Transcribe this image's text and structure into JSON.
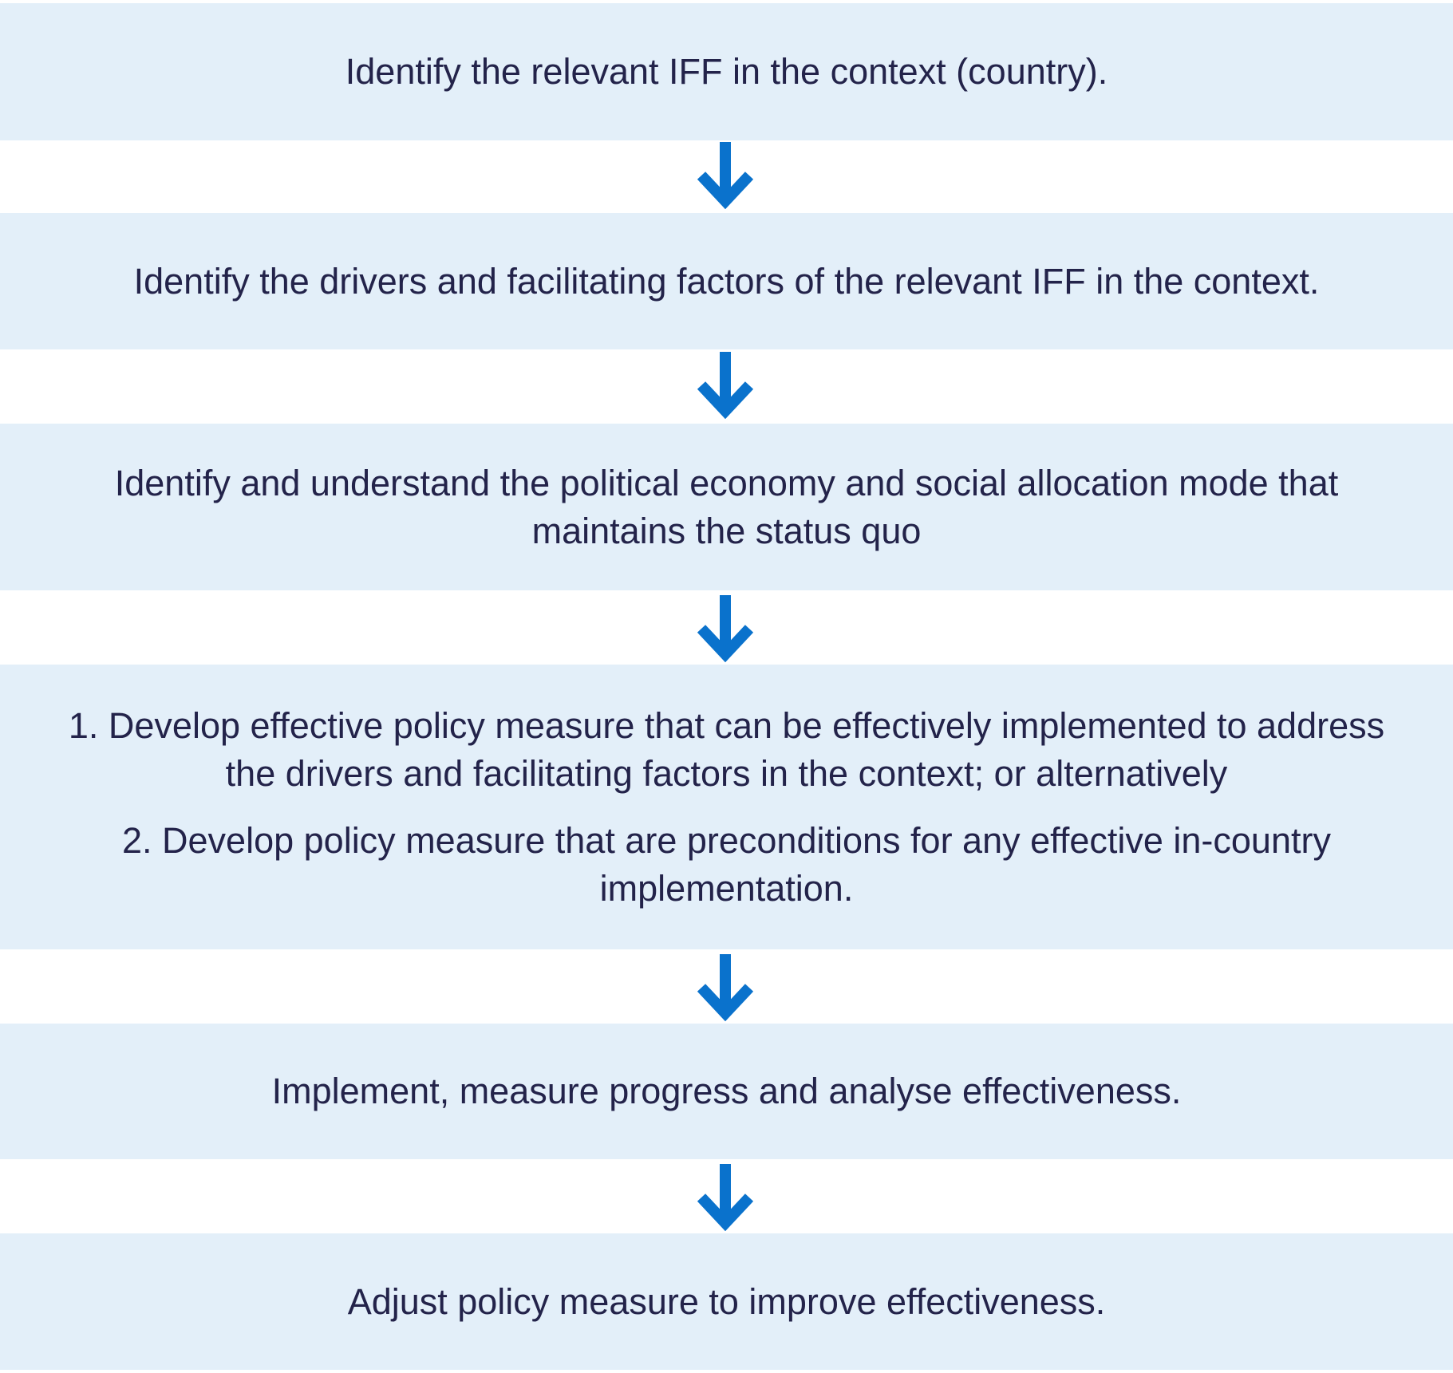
{
  "colors": {
    "box_fill": "#e3eff9",
    "arrow": "#0a72cc",
    "text": "#23234a",
    "background": "#ffffff"
  },
  "arrow_icon": "arrow-down-icon",
  "steps": [
    {
      "lines": [
        "Identify the relevant IFF in the context (country)."
      ]
    },
    {
      "lines": [
        "Identify the drivers and facilitating factors of the relevant IFF in the context."
      ]
    },
    {
      "lines": [
        "Identify and understand the political economy and social allocation mode that",
        "maintains the status quo"
      ]
    },
    {
      "paragraphs": [
        {
          "lines": [
            "1. Develop effective policy measure that can be effectively implemented to address",
            "the drivers and facilitating factors in the context; or alternatively"
          ]
        },
        {
          "lines": [
            "2. Develop policy measure that are preconditions for any effective in-country",
            "implementation."
          ]
        }
      ]
    },
    {
      "lines": [
        "Implement, measure progress and analyse effectiveness."
      ]
    },
    {
      "lines": [
        "Adjust policy measure to improve effectiveness."
      ]
    }
  ]
}
